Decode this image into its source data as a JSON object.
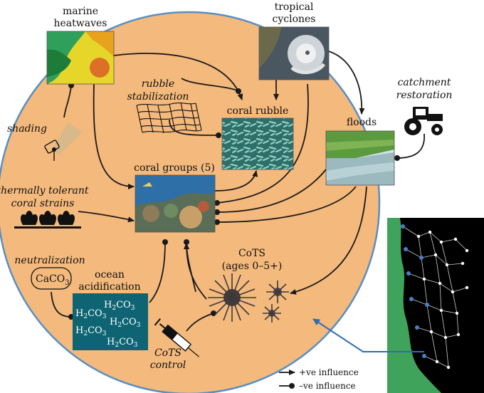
{
  "nodes": {
    "marine_heatwaves": {
      "line1": "marine",
      "line2": "heatwaves"
    },
    "tropical_cyclones": {
      "line1": "tropical",
      "line2": "cyclones"
    },
    "catchment_restoration": {
      "line1": "catchment",
      "line2": "restoration"
    },
    "rubble_stabilization": {
      "line1": "rubble",
      "line2": "stabilization"
    },
    "coral_rubble": "coral rubble",
    "floods": "floods",
    "shading": "shading",
    "thermally_tolerant": {
      "line1": "thermally tolerant",
      "line2": "coral strains"
    },
    "coral_groups": "coral groups (5)",
    "cots": {
      "line1": "CoTS",
      "line2": "(ages 0–5+)"
    },
    "neutralization": "neutralization",
    "caco3": {
      "main": "CaCO",
      "sub": "3"
    },
    "ocean_acidification": {
      "line1": "ocean",
      "line2": "acidification"
    },
    "cots_control": {
      "line1": "CoTS",
      "line2": "control"
    },
    "h2co3": {
      "h": "H",
      "sub": "2",
      "rest": "CO",
      "sub2": "3"
    }
  },
  "legend": {
    "positive": "+ve influence",
    "negative": "–ve influence"
  },
  "colors": {
    "circle_fill": "#F4B97C",
    "circle_stroke": "#5A8EC4",
    "arrow": "#1a1a1a",
    "map_land": "#3FA35B",
    "map_sea": "#000000",
    "map_link": "#4A7DC9",
    "acid_box": "#0E6473"
  }
}
